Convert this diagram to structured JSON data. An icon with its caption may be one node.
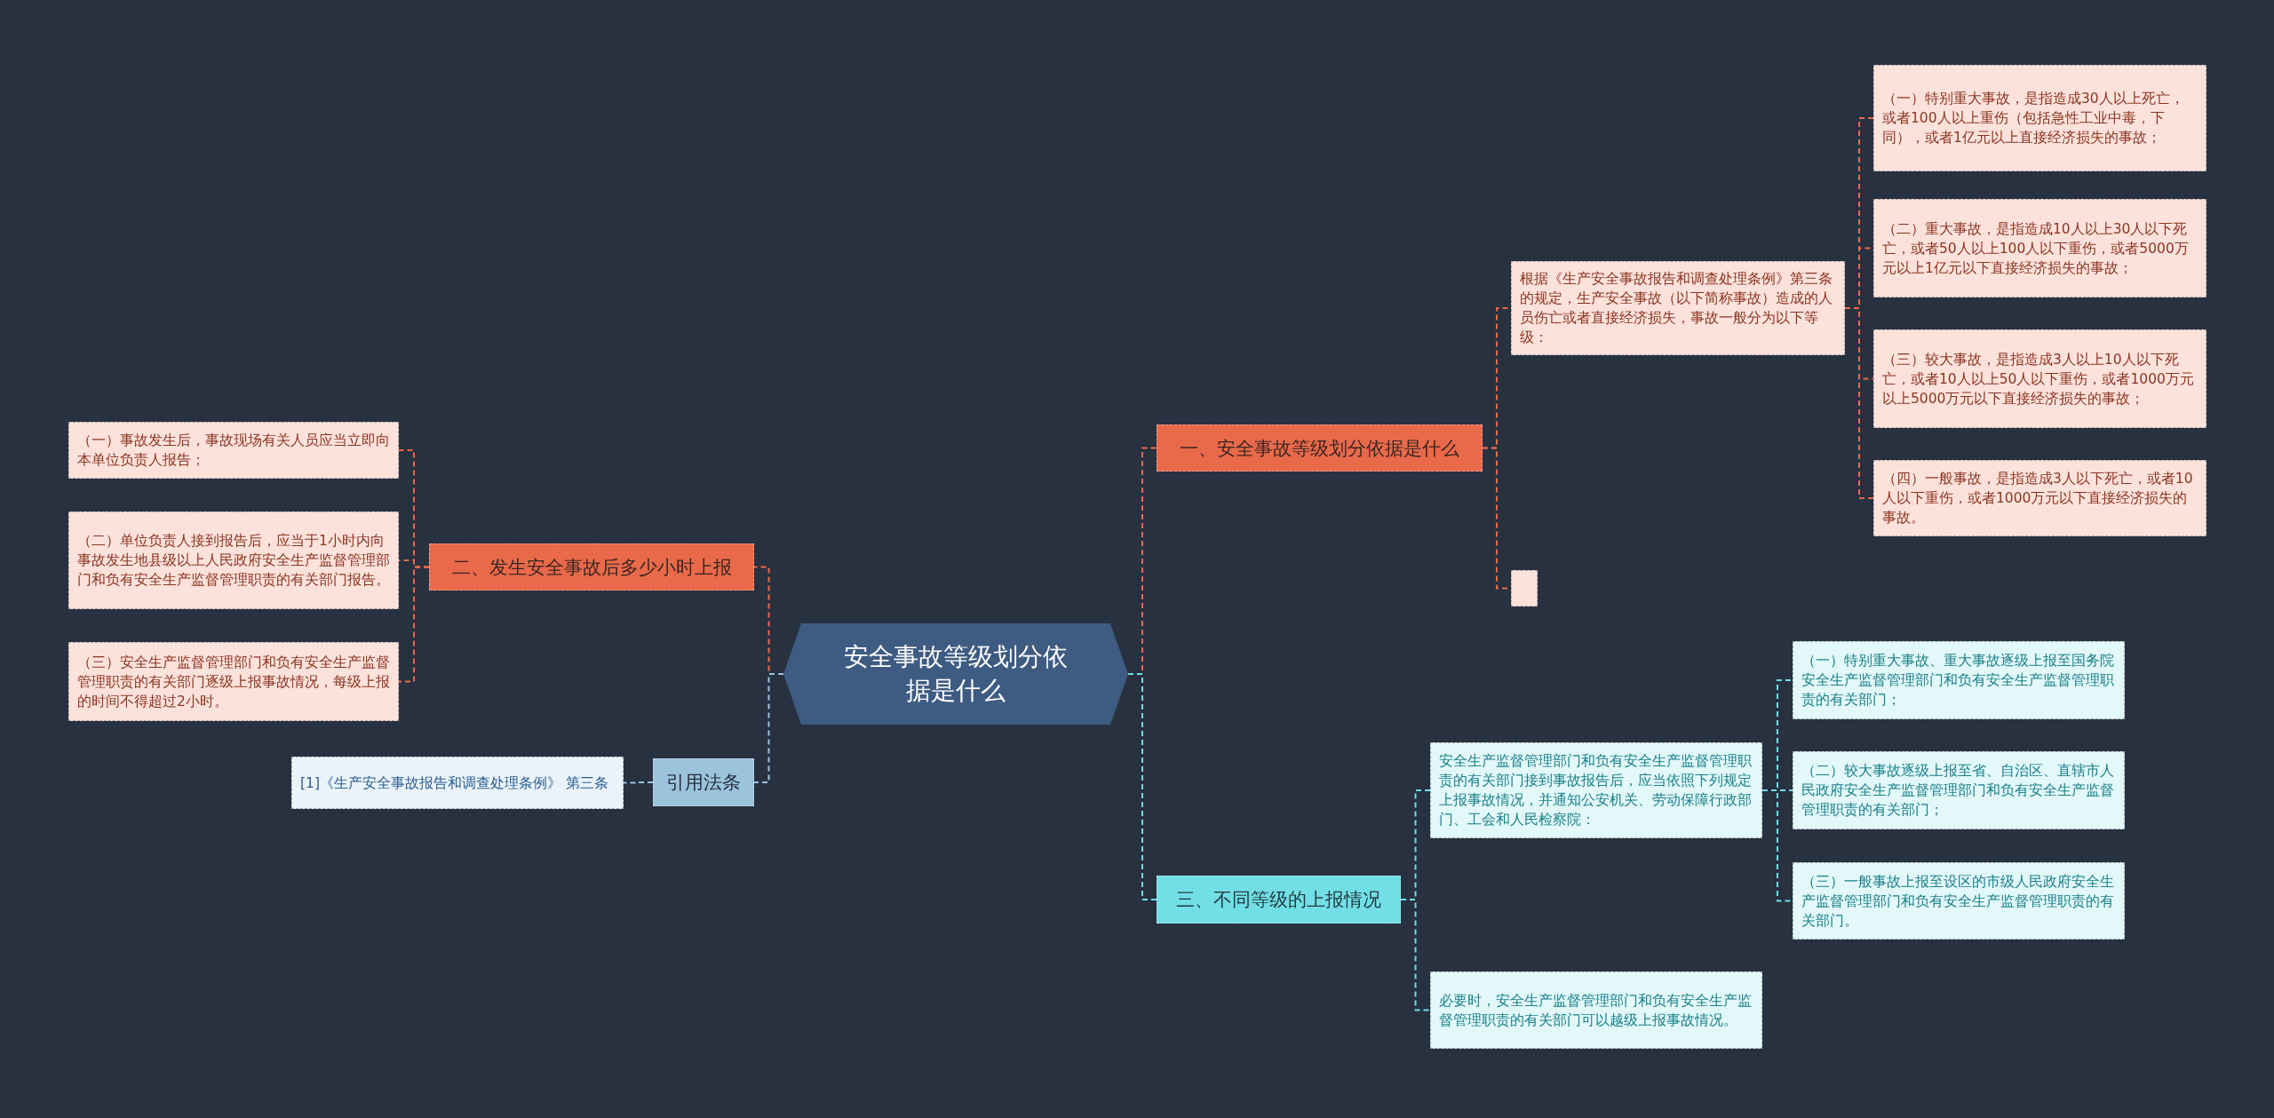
{
  "diagram": {
    "nodes": [
      {
        "text": [
          "安全事故等级划分依据是什么"
        ]
      },
      {
        "text": [
          "一、安全事故等级划分依据是什么"
        ]
      },
      {
        "text": [
          "根据《生产安全事故报告和调查处理条例》第三条的规定，生产安全事故（以下简称事故）造成的人员伤亡或者直接经济损失，事故一般分为以下等级："
        ]
      },
      {
        "text": [
          "（一）特别重大事故，是指造成30人以上死亡，或者100人以上重伤（包括急性工业中毒，下同），或者1亿元以上直接经济损失的事故；"
        ]
      },
      {
        "text": [
          "（二）重大事故，是指造成10人以上30人以下死亡，或者50人以上100人以下重伤，或者5000万元以上1亿元以下直接经济损失的事故；"
        ]
      },
      {
        "text": [
          "（三）较大事故，是指造成3人以上10人以下死亡，或者10人以上50人以下重伤，或者1000万元以上5000万元以下直接经济损失的事故；"
        ]
      },
      {
        "text": [
          "（四）一般事故，是指造成3人以下死亡，或者10人以下重伤，或者1000万元以下直接经济损失的事故。"
        ]
      },
      {
        "text": [],
        "shape": "box"
      },
      {
        "text": [
          "二、发生安全事故后多少小时上报"
        ]
      },
      {
        "text": [
          "（一）事故发生后，事故现场有关人员应当立即向本单位负责人报告；"
        ]
      },
      {
        "text": [
          "（二）单位负责人接到报告后，应当于1小时内向事故发生地县级以上人民政府安全生产监督管理部门和负有安全生产监督管理职责的有关部门报告。"
        ]
      },
      {
        "text": [
          "（三）安全生产监督管理部门和负有安全生产监督管理职责的有关部门逐级上报事故情况，每级上报的时间不得超过2小时。"
        ]
      },
      {
        "text": [
          "三、不同等级的上报情况"
        ]
      },
      {
        "text": [
          "安全生产监督管理部门和负有安全生产监督管理职责的有关部门接到事故报告后，应当依照下列规定上报事故情况，并通知公安机关、劳动保障行政部门、工会和人民检察院："
        ]
      },
      {
        "text": [
          "（一）特别重大事故、重大事故逐级上报至国务院安全生产监督管理部门和负有安全生产监督管理职责的有关部门；"
        ]
      },
      {
        "text": [
          "（二）较大事故逐级上报至省、自治区、直辖市人民政府安全生产监督管理部门和负有安全生产监督管理职责的有关部门；"
        ]
      },
      {
        "text": [
          "（三）一般事故上报至设区的市级人民政府安全生产监督管理部门和负有安全生产监督管理职责的有关部门。"
        ]
      },
      {
        "text": [
          "必要时，安全生产监督管理部门和负有安全生产监督管理职责的有关部门可以越级上报事故情况。"
        ]
      },
      {
        "text": [
          "引用法条"
        ]
      },
      {
        "text": [
          "[1]《生产安全事故报告和调查处理条例》 第三条"
        ]
      }
    ],
    "edges": [
      {
        "from": 0,
        "to": 1,
        "arrow": "none"
      },
      {
        "from": 1,
        "to": 2,
        "arrow": "none"
      },
      {
        "from": 2,
        "to": 3,
        "arrow": "none"
      },
      {
        "from": 2,
        "to": 4,
        "arrow": "none"
      },
      {
        "from": 2,
        "to": 5,
        "arrow": "none"
      },
      {
        "from": 2,
        "to": 6,
        "arrow": "none"
      },
      {
        "from": 1,
        "to": 7,
        "arrow": "none"
      },
      {
        "from": 0,
        "to": 8,
        "arrow": "none"
      },
      {
        "from": 8,
        "to": 9,
        "arrow": "none"
      },
      {
        "from": 8,
        "to": 10,
        "arrow": "none"
      },
      {
        "from": 8,
        "to": 11,
        "arrow": "none"
      },
      {
        "from": 0,
        "to": 12,
        "arrow": "none",
        "color": "#6fdde6"
      },
      {
        "from": 12,
        "to": 13,
        "arrow": "none",
        "color": "#6fdde6"
      },
      {
        "from": 13,
        "to": 14,
        "arrow": "none",
        "color": "#6fdde6"
      },
      {
        "from": 13,
        "to": 15,
        "arrow": "none",
        "color": "#6fdde6"
      },
      {
        "from": 13,
        "to": 16,
        "arrow": "none",
        "color": "#6fdde6"
      },
      {
        "from": 12,
        "to": 17,
        "arrow": "none",
        "color": "#6fdde6"
      },
      {
        "from": 0,
        "to": 18,
        "arrow": "none",
        "color": "#9cc3dc"
      },
      {
        "from": 18,
        "to": 19,
        "arrow": "none",
        "color": "#9cc3dc"
      }
    ]
  }
}
